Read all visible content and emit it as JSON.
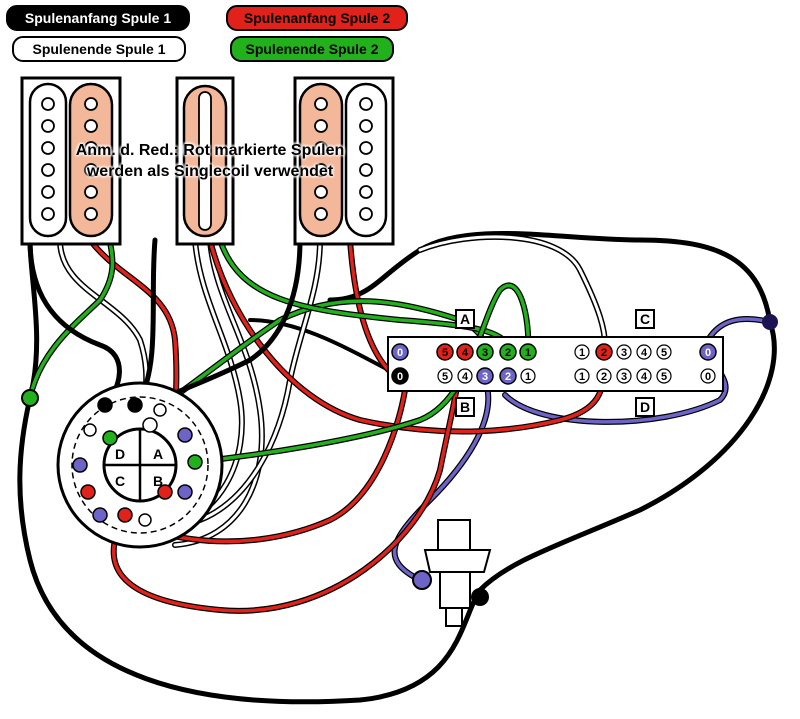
{
  "legend": [
    {
      "text": "Spulenanfang Spule 1",
      "bg": "#000000",
      "fg": "#ffffff"
    },
    {
      "text": "Spulenanfang Spule 2",
      "bg": "#e0221b",
      "fg": "#000000"
    },
    {
      "text": "Spulenende Spule 1",
      "bg": "#ffffff",
      "fg": "#000000"
    },
    {
      "text": "Spulenende Spule 2",
      "bg": "#22b11d",
      "fg": "#000000"
    }
  ],
  "note": {
    "line1": "Anm. d. Red.: Rot markierte Spulen",
    "line2": "werden als Singlecoil verwendet"
  },
  "colors": {
    "wire_black": "#000000",
    "wire_red": "#e0221b",
    "wire_green": "#22b11d",
    "wire_white": "#ffffff",
    "wire_purple": "#6e64c8",
    "coil_highlight": "#f3b79a"
  },
  "switch_sections": {
    "a": "A",
    "b": "B",
    "c": "C",
    "d": "D"
  },
  "rotary_switch": {
    "quadrants": {
      "a": "A",
      "b": "B",
      "c": "C",
      "d": "D"
    }
  },
  "switch_row_top": {
    "a_terms": [
      "0",
      "5",
      "4",
      "3",
      "2",
      "1"
    ],
    "c_terms": [
      "1",
      "2",
      "3",
      "4",
      "5",
      "0"
    ]
  },
  "switch_row_bottom": {
    "b_terms": [
      "0",
      "5",
      "4",
      "3",
      "2",
      "1"
    ],
    "d_terms": [
      "1",
      "2",
      "3",
      "4",
      "5",
      "0"
    ]
  }
}
